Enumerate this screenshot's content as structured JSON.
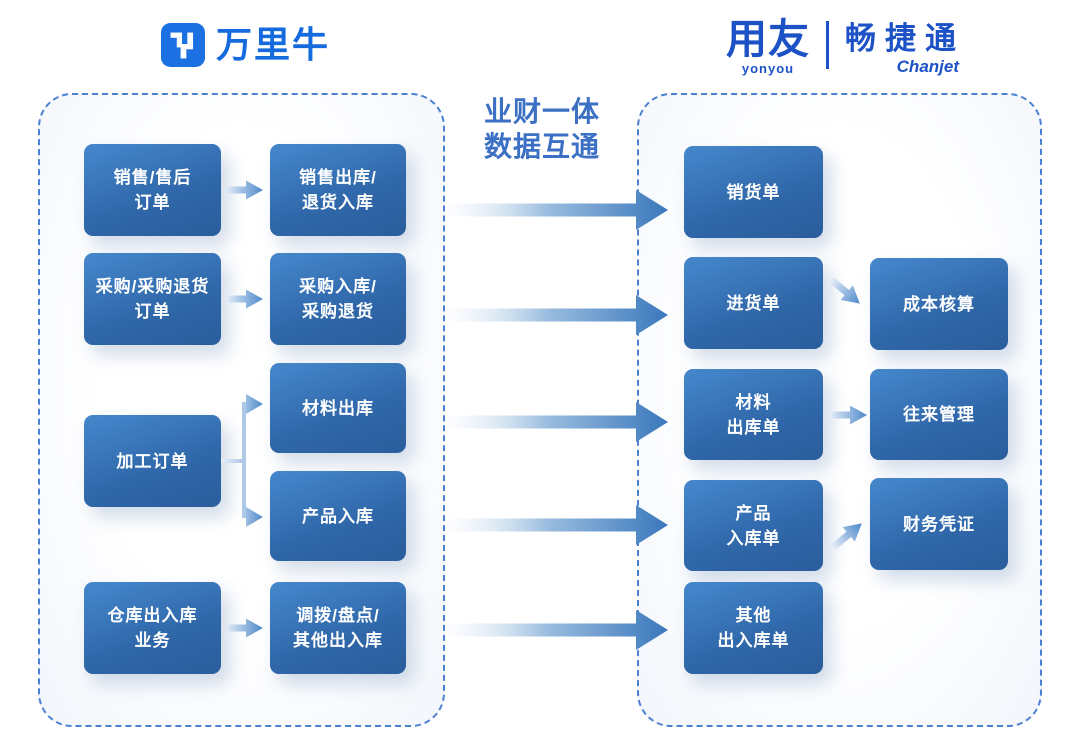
{
  "logos": {
    "wanliniu": {
      "text": "万里牛",
      "icon": "wanliniu-mark-icon",
      "color": "#156ade"
    },
    "yonyou": {
      "text": "用友",
      "sub": "yonyou",
      "color": "#1c52c6"
    },
    "chanjet": {
      "text": "畅捷通",
      "sub": "Chanjet",
      "color": "#1c52c6"
    }
  },
  "center_label": {
    "line1": "业财一体",
    "line2": "数据互通",
    "color": "#3c70c4"
  },
  "left_panel": {
    "sources": [
      {
        "label": "销售/售后\n订单"
      },
      {
        "label": "采购/采购退货\n订单"
      },
      {
        "label": "加工订单"
      },
      {
        "label": "仓库出入库\n业务"
      }
    ],
    "docs": [
      {
        "label": "销售出库/\n退货入库"
      },
      {
        "label": "采购入库/\n采购退货"
      },
      {
        "label": "材料出库"
      },
      {
        "label": "产品入库"
      },
      {
        "label": "调拨/盘点/\n其他出入库"
      }
    ]
  },
  "right_panel": {
    "docs": [
      {
        "label": "销货单"
      },
      {
        "label": "进货单"
      },
      {
        "label": "材料\n出库单"
      },
      {
        "label": "产品\n入库单"
      },
      {
        "label": "其他\n出入库单"
      }
    ],
    "finance": [
      {
        "label": "成本核算"
      },
      {
        "label": "往来管理"
      },
      {
        "label": "财务凭证"
      }
    ]
  },
  "flows": [
    {
      "from": "销售/售后订单",
      "to": "销售出库/退货入库"
    },
    {
      "from": "采购/采购退货订单",
      "to": "采购入库/采购退货"
    },
    {
      "from": "加工订单",
      "to": "材料出库"
    },
    {
      "from": "加工订单",
      "to": "产品入库"
    },
    {
      "from": "仓库出入库业务",
      "to": "调拨/盘点/其他出入库"
    },
    {
      "from": "销售出库/退货入库",
      "to": "销货单"
    },
    {
      "from": "采购入库/采购退货",
      "to": "进货单"
    },
    {
      "from": "材料出库",
      "to": "材料出库单"
    },
    {
      "from": "产品入库",
      "to": "产品入库单"
    },
    {
      "from": "调拨/盘点/其他出入库",
      "to": "其他出入库单"
    },
    {
      "from": "进货单",
      "to": "成本核算"
    },
    {
      "from": "材料出库单",
      "to": "往来管理"
    },
    {
      "from": "产品入库单",
      "to": "财务凭证"
    }
  ],
  "colors": {
    "box_gradient_start": "#4485ca",
    "box_gradient_end": "#2a5d9c",
    "panel_border": "#4c80d2",
    "arrow_blue": "#3a77bc",
    "wanliniu_icon_blue": "#1b70e2"
  },
  "icons": {
    "wanliniu_mark_icon": "pixel bull/claw mark in rounded blue square",
    "flow_arrow_icon": "right-pointing gradient arrow"
  }
}
